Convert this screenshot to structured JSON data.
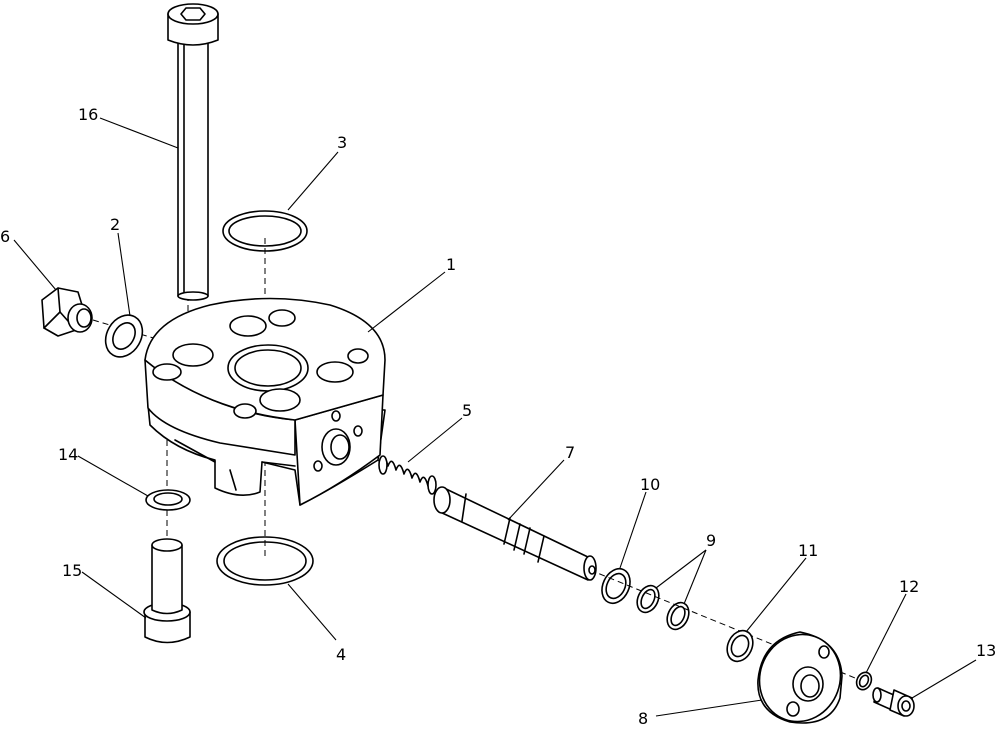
{
  "diagram": {
    "type": "exploded-assembly",
    "callouts": {
      "1": "1",
      "2": "2",
      "3": "3",
      "4": "4",
      "5": "5",
      "6": "6",
      "7": "7",
      "8": "8",
      "9": "9",
      "10": "10",
      "11": "11",
      "12": "12",
      "13": "13",
      "14": "14",
      "15": "15",
      "16": "16"
    }
  }
}
